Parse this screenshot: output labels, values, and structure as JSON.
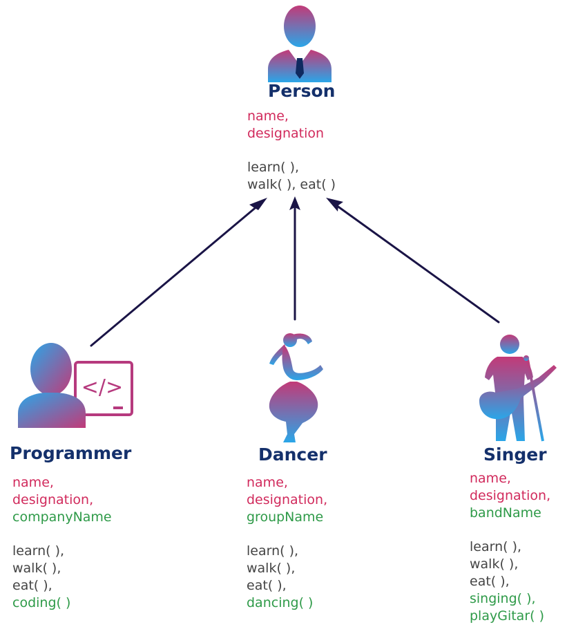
{
  "colors": {
    "title": "#14306b",
    "attribute": "#d12a5c",
    "own_member": "#2e9a48",
    "method": "#444444",
    "arrow": "#1a1446",
    "icon_top": "#c23a78",
    "icon_bottom": "#2aa6e8"
  },
  "person": {
    "icon": "person-icon",
    "title": "Person",
    "attributes": [
      "name,",
      "designation"
    ],
    "methods": [
      "learn( ),",
      "walk( ), eat( )"
    ]
  },
  "programmer": {
    "icon": "programmer-icon",
    "title": "Programmer",
    "attributes": [
      "name,",
      "designation,"
    ],
    "own_attribute": "companyName",
    "methods": [
      "learn( ),",
      "walk( ),",
      "eat( ),"
    ],
    "own_methods": [
      "coding( )"
    ],
    "code_glyph": "</>"
  },
  "dancer": {
    "icon": "dancer-icon",
    "title": "Dancer",
    "attributes": [
      "name,",
      "designation,"
    ],
    "own_attribute": "groupName",
    "methods": [
      "learn( ),",
      "walk( ),",
      "eat( ),"
    ],
    "own_methods": [
      "dancing( )"
    ]
  },
  "singer": {
    "icon": "singer-icon",
    "title": "Singer",
    "attributes": [
      "name,",
      "designation,"
    ],
    "own_attribute": "bandName",
    "methods": [
      "learn( ),",
      "walk( ),",
      "eat( ),"
    ],
    "own_methods": [
      "singing( ),",
      "playGitar( )"
    ]
  }
}
